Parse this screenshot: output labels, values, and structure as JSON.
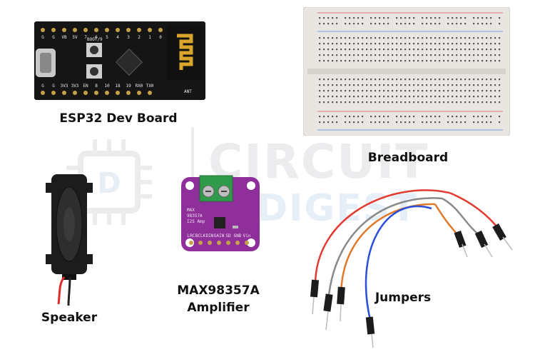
{
  "watermark": {
    "line1": "CIRCUIT",
    "line2": "DIGEST"
  },
  "components": {
    "esp32": {
      "label": "ESP32 Dev Board",
      "pins_top": [
        "G",
        "G",
        "VB",
        "5V",
        "7",
        "6",
        "5",
        "4",
        "3",
        "2",
        "1",
        "0"
      ],
      "pins_bottom": [
        "G",
        "G",
        "3V3",
        "3V3",
        "EN",
        "8",
        "10",
        "18",
        "19",
        "RX0",
        "TX0"
      ],
      "boot_label": "BOOT/9",
      "ant_label": "ANT"
    },
    "breadboard": {
      "label": "Breadboard"
    },
    "speaker": {
      "label": "Speaker"
    },
    "amplifier": {
      "label_line1": "MAX98357A",
      "label_line2": "Amplifier",
      "silk_lines": [
        "MAX",
        "98357A",
        "I2S Amp"
      ],
      "pins": [
        "LRC",
        "BCLK",
        "DIN",
        "GAIN",
        "SD",
        "GND",
        "Vin"
      ]
    },
    "jumpers": {
      "label": "Jumpers"
    }
  },
  "colors": {
    "pcb_black": "#151515",
    "pcb_purple": "#8e2f9a",
    "terminal_green": "#2e9a4a",
    "wire_red": "#e33a32",
    "wire_blue": "#2a4fd8",
    "wire_orange": "#e07a2a",
    "wire_gray": "#8a8a8a"
  }
}
